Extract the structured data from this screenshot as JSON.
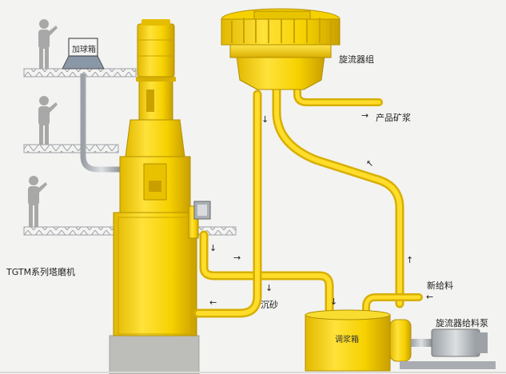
{
  "labels": {
    "ball_box": "加球箱",
    "cyclone_group": "旋流器组",
    "product_slurry": "产品矿浆",
    "tower_mill": "TGTM系列塔磨机",
    "sand": "沉砂",
    "new_feed": "新给料",
    "mixing_tank": "调浆箱",
    "cyclone_feed_pump": "旋流器给料泵"
  },
  "arrows": {
    "down": "↓",
    "up": "↑",
    "right": "→",
    "left": "←",
    "up_left": "↖"
  },
  "colors": {
    "yellow": "#f6d100",
    "yellow_dark": "#d2a800",
    "steel": "#b8bcc0",
    "concrete": "#bdbdb9"
  }
}
